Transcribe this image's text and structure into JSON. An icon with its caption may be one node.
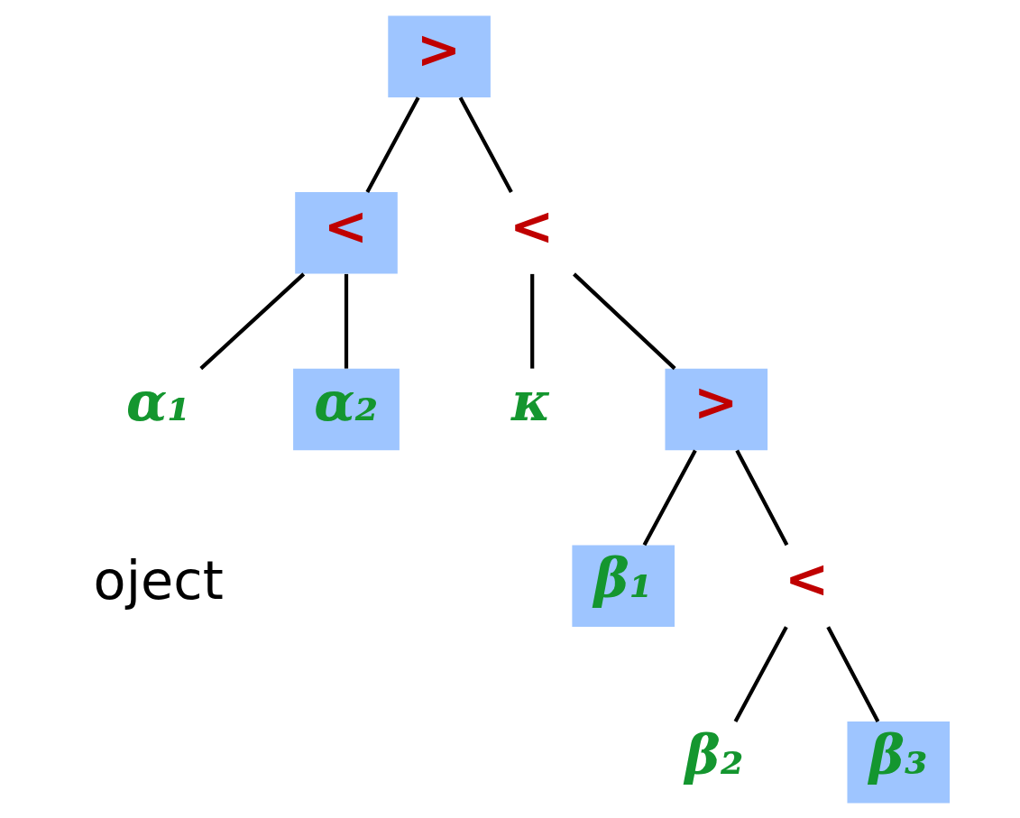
{
  "diagram": {
    "nodes": [
      {
        "text": [
          ">"
        ]
      },
      {
        "text": [
          "<"
        ]
      },
      {
        "text": [
          "<"
        ]
      },
      {
        "text": [
          "α₁"
        ]
      },
      {
        "text": [
          "α₂"
        ]
      },
      {
        "text": [
          "κ"
        ]
      },
      {
        "text": [
          ">"
        ]
      },
      {
        "text": [
          "β₁"
        ]
      },
      {
        "text": [
          "<"
        ]
      },
      {
        "text": [
          "β₂"
        ]
      },
      {
        "text": [
          "β₃"
        ]
      }
    ],
    "edges": [
      {
        "from": 0,
        "to": 1,
        "arrow": "none"
      },
      {
        "from": 0,
        "to": 2,
        "arrow": "none"
      },
      {
        "from": 1,
        "to": 3,
        "arrow": "none"
      },
      {
        "from": 1,
        "to": 4,
        "arrow": "none"
      },
      {
        "from": 2,
        "to": 5,
        "arrow": "none"
      },
      {
        "from": 2,
        "to": 6,
        "arrow": "none"
      },
      {
        "from": 6,
        "to": 7,
        "arrow": "none"
      },
      {
        "from": 6,
        "to": 8,
        "arrow": "none"
      },
      {
        "from": 8,
        "to": 9,
        "arrow": "none"
      },
      {
        "from": 8,
        "to": 10,
        "arrow": "none"
      }
    ],
    "labels": [
      "oject"
    ]
  }
}
